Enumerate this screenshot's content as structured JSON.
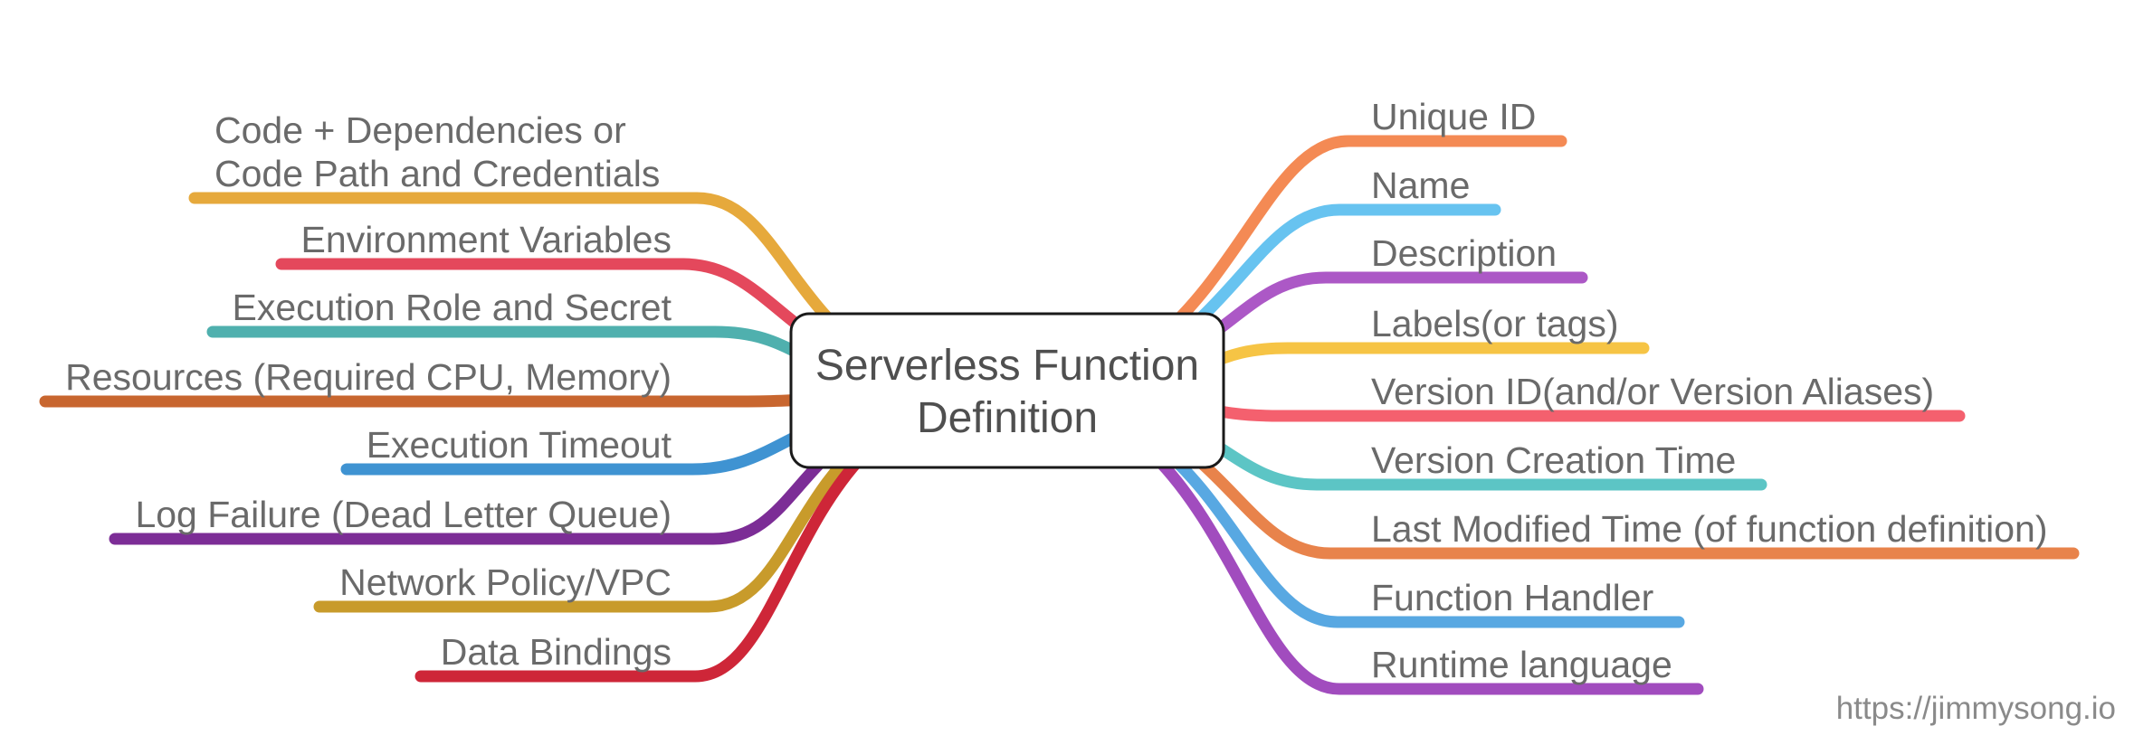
{
  "diagram": {
    "center": {
      "title_lines": [
        "Serverless Function",
        "Definition"
      ],
      "fill": "#FFFFFF",
      "border_color": "#1A1A1A",
      "title_color": "#4F4F4F"
    },
    "branches": {
      "left": [
        {
          "lines": [
            "Code + Dependencies or",
            "Code Path and Credentials"
          ],
          "color": "#E6A93C"
        },
        {
          "lines": [
            "Environment Variables"
          ],
          "color": "#E4485C"
        },
        {
          "lines": [
            "Execution Role and Secret"
          ],
          "color": "#4FB0AE"
        },
        {
          "lines": [
            "Resources (Required CPU, Memory)"
          ],
          "color": "#C8662F"
        },
        {
          "lines": [
            "Execution Timeout"
          ],
          "color": "#3F93D2"
        },
        {
          "lines": [
            "Log Failure (Dead Letter Queue)"
          ],
          "color": "#7C2D96"
        },
        {
          "lines": [
            "Network Policy/VPC"
          ],
          "color": "#C89B2B"
        },
        {
          "lines": [
            "Data Bindings"
          ],
          "color": "#CE2638"
        }
      ],
      "right": [
        {
          "lines": [
            "Unique ID"
          ],
          "color": "#F48A54"
        },
        {
          "lines": [
            "Name"
          ],
          "color": "#67C3F0"
        },
        {
          "lines": [
            "Description"
          ],
          "color": "#AC58C6"
        },
        {
          "lines": [
            "Labels(or tags)"
          ],
          "color": "#F6C445"
        },
        {
          "lines": [
            "Version ID(and/or Version Aliases)"
          ],
          "color": "#F4606E"
        },
        {
          "lines": [
            "Version Creation Time"
          ],
          "color": "#5CC5C5"
        },
        {
          "lines": [
            "Last Modified Time (of function definition)"
          ],
          "color": "#E8834B"
        },
        {
          "lines": [
            "Function Handler"
          ],
          "color": "#58A8E2"
        },
        {
          "lines": [
            "Runtime language"
          ],
          "color": "#A14CBE"
        }
      ]
    },
    "watermark": "https://jimmysong.io",
    "label_color": "#6A6A6A",
    "watermark_color": "#8A8A8A",
    "background_color": "#FFFFFF"
  }
}
